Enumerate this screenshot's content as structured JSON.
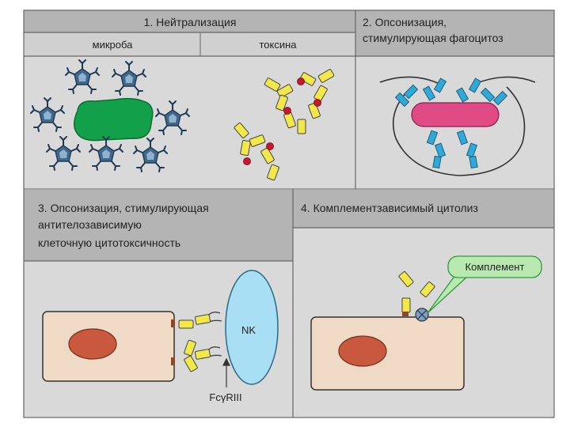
{
  "panel1": {
    "title": "1. Нейтрализация",
    "sub_left": "микроба",
    "sub_right": "токсина"
  },
  "panel2": {
    "title_line1": "2. Опсонизация,",
    "title_line2": "стимулирующая фагоцитоз"
  },
  "panel3": {
    "title_line1": "3. Опсонизация, стимулирующая",
    "title_line2": "антителозависимую",
    "title_line3": "клеточную цитотоксичность",
    "nk_label": "NK",
    "receptor_label": "FcγRIII"
  },
  "panel4": {
    "title": "4. Комплементзависимый цитолиз",
    "callout": "Комплемент"
  },
  "colors": {
    "header_bg": "#b4b4b4",
    "panel_bg": "#d9d9d9",
    "antibody": "#f3e84a",
    "antigen_dot": "#c8192b",
    "microbe": "#12a04a",
    "phago_antibody": "#2fa9d9",
    "bacterium": "#e04b86",
    "cell_body": "#efdac6",
    "nucleus": "#c8593f",
    "nk_cell": "#a9dff5",
    "callout": "#b9e8b1",
    "callout_border": "#2f9a3a"
  },
  "icons": [
    "virus-icon",
    "antibody-icon",
    "microbe-icon",
    "bacterium-icon",
    "nk-cell-icon",
    "target-cell-icon",
    "complement-icon"
  ]
}
